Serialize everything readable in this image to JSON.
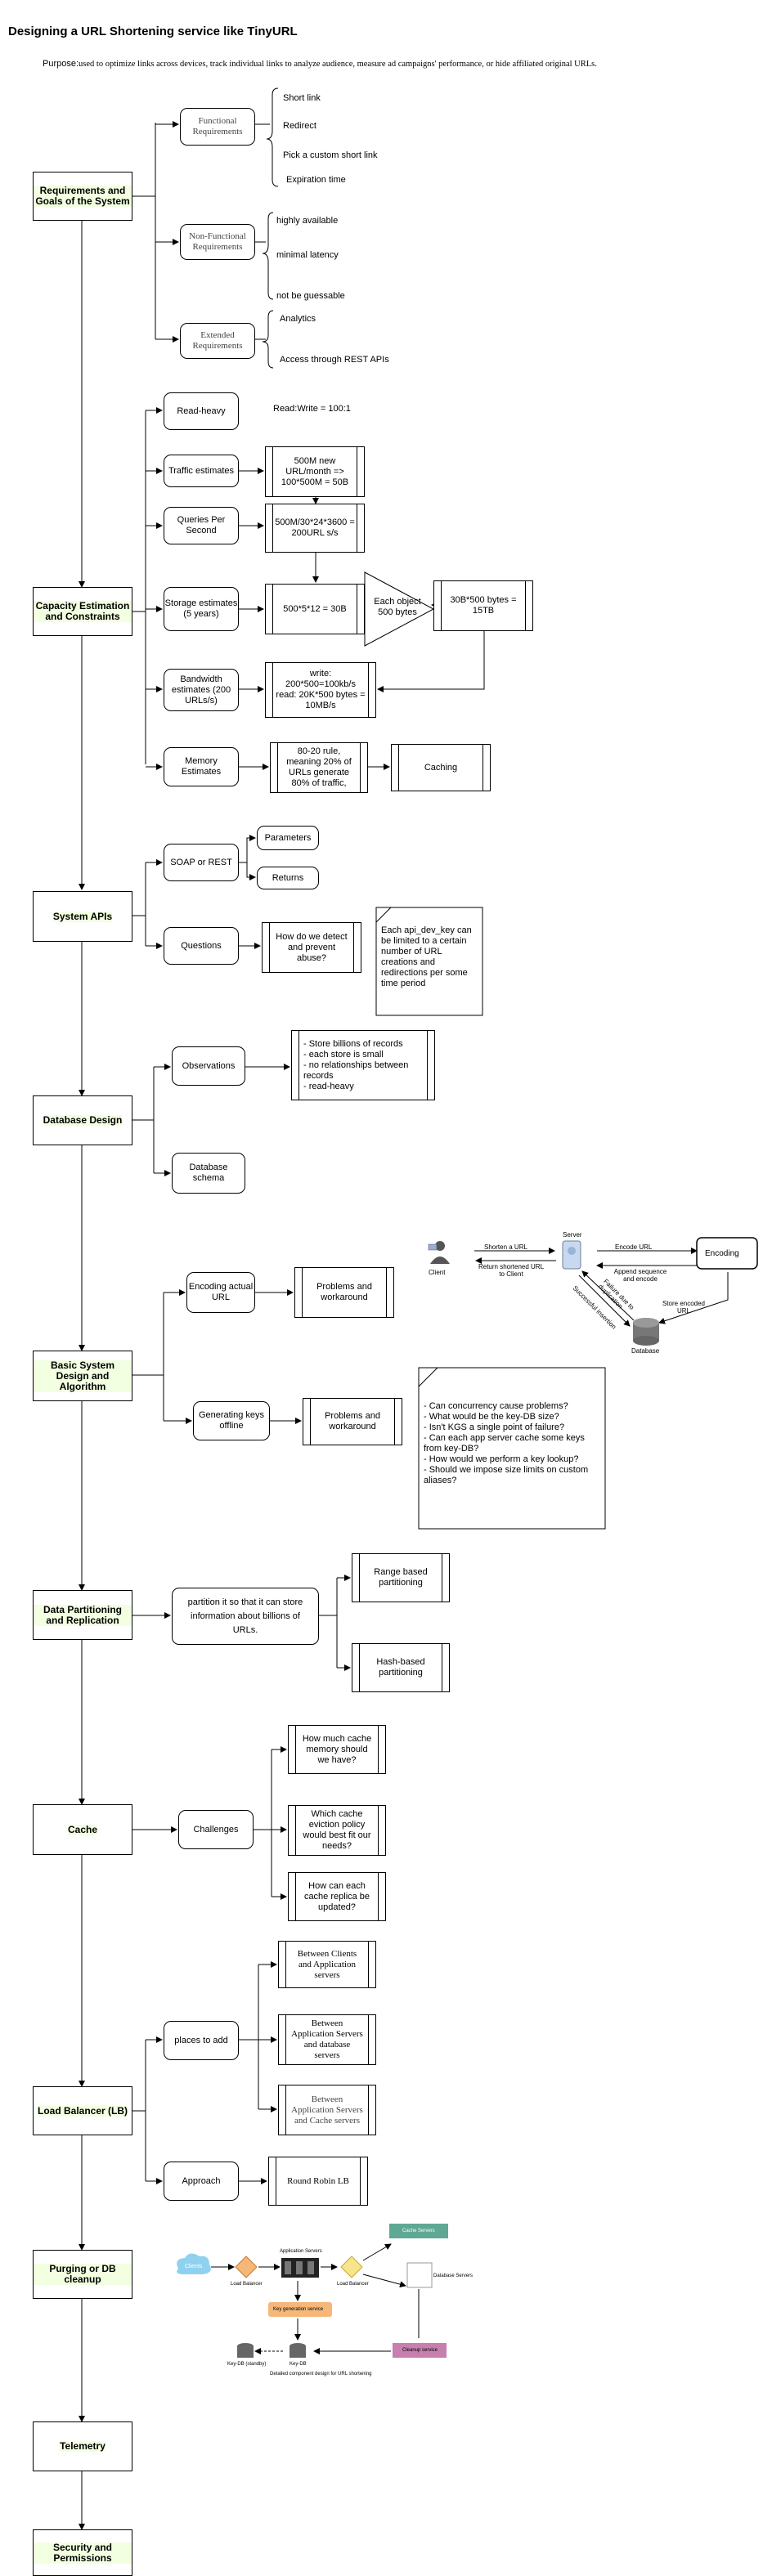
{
  "title": "Designing a URL Shortening service like TinyURL",
  "purpose": {
    "label": "Purpose:",
    "text": "used to optimize links across devices, track individual links to analyze audience, measure ad campaigns' performance, or hide affiliated original URLs."
  },
  "sections": {
    "requirements": "Requirements and Goals of the System",
    "capacity": "Capacity Estimation and Constraints",
    "apis": "System APIs",
    "database": "Database Design",
    "basic": "Basic System Design and Algorithm",
    "partitioning": "Data Partitioning and Replication",
    "cache": "Cache",
    "lb": "Load Balancer (LB)",
    "purging": "Purging or DB cleanup",
    "telemetry": "Telemetry",
    "security": "Security and Permissions"
  },
  "requirements": {
    "functional": "Functional Requirements",
    "functional_items": [
      "Short link",
      "Redirect",
      "Pick a custom short link",
      "Expiration time"
    ],
    "nonfunctional": "Non-Functional Requirements",
    "nonfunctional_items": [
      "highly available",
      "minimal latency",
      "not be guessable"
    ],
    "extended": "Extended Requirements",
    "extended_items": [
      "Analytics",
      "Access through REST APIs"
    ]
  },
  "capacity": {
    "read_heavy": "Read-heavy",
    "ratio": "Read:Write = 100:1",
    "traffic": "Traffic estimates",
    "traffic_calc": "500M new URL/month => 100*500M = 50B",
    "qps": "Queries Per Second",
    "qps_calc": "500M/30*24*3600 = 200URL s/s",
    "storage": "Storage estimates (5 years)",
    "storage_calc": "500*5*12 = 30B",
    "object": "Each object 500 bytes",
    "storage_total": "30B*500 bytes = 15TB",
    "bandwidth": "Bandwidth estimates (200 URLs/s)",
    "bandwidth_calc": "write: 200*500=100kb/s read: 20K*500 bytes = 10MB/s",
    "memory": "Memory Estimates",
    "memory_calc": "80-20 rule, meaning 20% of URLs generate 80% of traffic,",
    "caching": "Caching"
  },
  "apis": {
    "soap": "SOAP or REST",
    "parameters": "Parameters",
    "returns": "Returns",
    "questions": "Questions",
    "abuse": "How do we detect and prevent abuse?",
    "note": "Each api_dev_key can be limited to a certain number of URL creations and redirections per some time period"
  },
  "database": {
    "observations": "Observations",
    "obs_list": "- Store billions of records\n- each store is small\n- no relationships between records\n- read-heavy",
    "schema": "Database schema"
  },
  "basic": {
    "encoding": "Encoding actual URL",
    "problems1": "Problems and workaround",
    "generating": "Generating keys offline",
    "problems2": "Problems and workaround",
    "questions": "- Can concurrency cause problems?\n- What would be the key-DB size?\n- Isn't KGS a single point of failure?\n- Can each app server cache some keys from key-DB?\n- How would we perform a key lookup?\n- Should we impose size limits on custom aliases?",
    "flow": {
      "client": "Client",
      "server": "Server",
      "encoding": "Encoding",
      "database": "Database",
      "shorten": "Shorten a URL",
      "return": "Return shortened URL to Client",
      "encode": "Encode URL",
      "append": "Append sequence and encode",
      "store": "Store encoded URL",
      "failure": "Failure due to duplication",
      "successful": "Successful insertion"
    }
  },
  "partitioning": {
    "text": "partition it so that it can store information about billions of URLs.",
    "range": "Range based partitioning",
    "hash": "Hash-based partitioning"
  },
  "cache": {
    "challenges": "Challenges",
    "q1": "How much cache memory should we have?",
    "q2": "Which cache eviction policy would best fit our needs?",
    "q3": "How can each cache replica be updated?"
  },
  "lb": {
    "places": "places to add",
    "p1": "Between Clients and Application servers",
    "p2": "Between Application Servers and database servers",
    "p3": "Between Application Servers and Cache servers",
    "approach": "Approach",
    "approach_val": "Round Robin LB"
  },
  "purging_diagram": {
    "clients": "Clients",
    "lb1": "Load Balancer",
    "app": "Application Servers",
    "lb2": "Load Balancer",
    "cache": "Cache Servers",
    "db": "Database Servers",
    "kgs": "Key generation service",
    "keydb": "Key-DB (standby)",
    "keydb2": "Key-DB",
    "cleanup": "Cleanup service",
    "caption": "Detailed component design for URL shortening"
  },
  "colors": {
    "highlight": "#f2ffe0",
    "teal": "#5fa894",
    "orange": "#f5b87a",
    "pink": "#c77fb0",
    "blue": "#8fd1ef"
  }
}
